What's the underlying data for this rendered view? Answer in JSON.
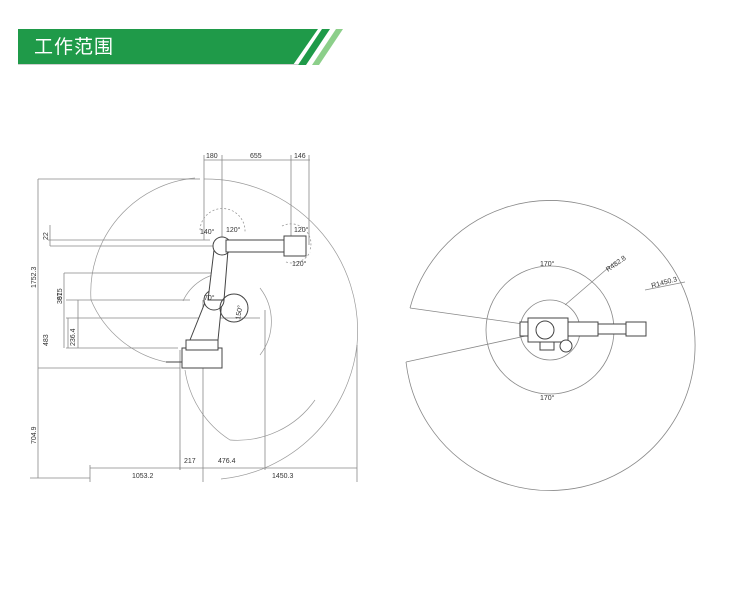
{
  "header": {
    "title": "工作范围",
    "color": "#1f9a49",
    "stripe_color": "#8ccf8a"
  },
  "side_view": {
    "top_dims": [
      "180",
      "655",
      "146"
    ],
    "left_dims": [
      "1752.3",
      "615",
      "397",
      "236.4",
      "483",
      "704.9",
      "22"
    ],
    "bottom_dims": [
      "1053.2",
      "217",
      "476.4",
      "1450.3"
    ],
    "joint_angles": [
      "140°",
      "120°",
      "120°",
      "120°",
      "70°",
      "150°"
    ]
  },
  "top_view": {
    "angle_top": "170°",
    "angle_bottom": "170°",
    "radius_inner": "R482.8",
    "radius_outer": "R1450.3"
  }
}
